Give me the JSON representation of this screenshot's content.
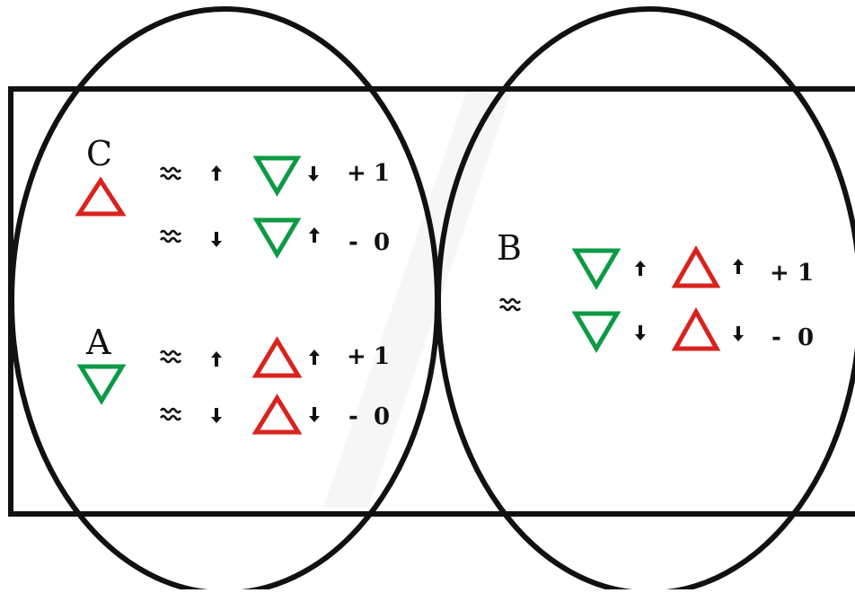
{
  "colors": {
    "stroke": "#111111",
    "fire_red": "#d8231e",
    "water_green": "#0c9a45",
    "background": "#ffffff"
  },
  "icons": {
    "fire": "red-up-triangle-icon",
    "water": "green-down-triangle-icon",
    "wave": "double-wave-icon",
    "up": "up-arrow-icon",
    "down": "down-arrow-icon"
  },
  "labels": {
    "C": "C",
    "A": "A",
    "B": "B"
  },
  "rows": {
    "c1": {
      "sign": "+",
      "value": "1"
    },
    "c2": {
      "sign": "-",
      "value": "0"
    },
    "a1": {
      "sign": "+",
      "value": "1"
    },
    "a2": {
      "sign": "-",
      "value": "0"
    },
    "b1": {
      "sign": "+",
      "value": "1"
    },
    "b2": {
      "sign": "-",
      "value": "0"
    }
  }
}
